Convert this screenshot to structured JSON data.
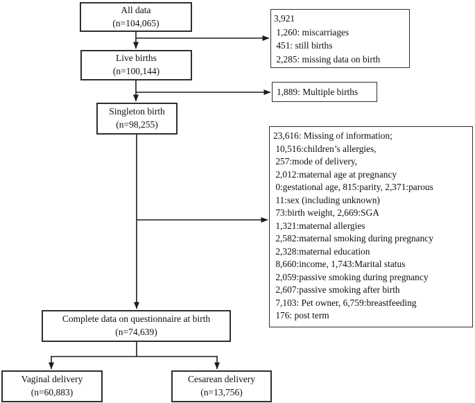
{
  "colors": {
    "ink": "#1c1c1c",
    "box_border": "#2e2e2e",
    "background": "#ffffff"
  },
  "flow_boxes": {
    "all_data": {
      "text": "All data\n(n=104,065)"
    },
    "live_births": {
      "text": "Live births\n(n=100,144)"
    },
    "singleton_birth": {
      "text": "Singleton birth\n(n=98,255)"
    },
    "complete_data": {
      "text": "Complete data on questionnaire at birth\n(n=74,639)"
    },
    "vaginal_delivery": {
      "text": "Vaginal delivery\n(n=60,883)"
    },
    "cesarean_delivery": {
      "text": "Cesarean delivery\n(n=13,756)"
    }
  },
  "exclusion_boxes": {
    "birth_losses": {
      "text": "3,921\n 1,260: miscarriages\n 451: still births\n 2,285: missing data on birth"
    },
    "multiple_births": {
      "text": "1,889: Multiple births"
    },
    "missing_information": {
      "text": "23,616: Missing of information;\n 10,516:children’s allergies,\n 257:mode of delivery,\n 2,012:maternal age at pregnancy\n 0:gestational age, 815:parity, 2,371:parous\n 11:sex (including unknown)\n 73:birth weight, 2,669:SGA\n 1,321:maternal allergies\n 2,582:maternal smoking during pregnancy\n 2,328:maternal education\n 8,660:income, 1,743:Marital status\n 2,059:passive smoking during pregnancy\n 2,607:passive smoking after birth\n 7,103: Pet owner, 6,759:breastfeeding\n 176: post term"
    }
  }
}
